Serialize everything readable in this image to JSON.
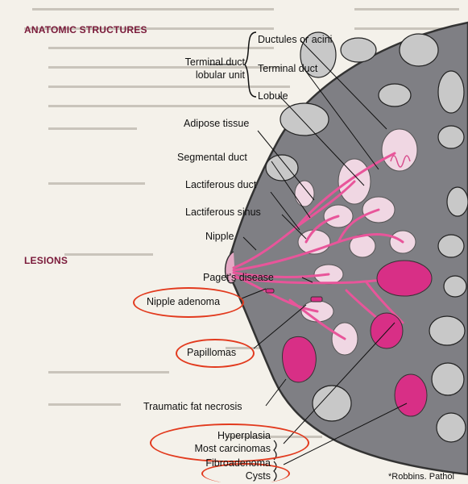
{
  "headings": {
    "anatomic": "ANATOMIC STRUCTURES",
    "lesions": "LESIONS"
  },
  "anatomy_labels": {
    "terminal_duct_lobular_unit_1": "Terminal duct",
    "terminal_duct_lobular_unit_2": "lobular unit",
    "ductules": "Ductules or acini",
    "terminal_duct": "Terminal duct",
    "lobule": "Lobule",
    "adipose": "Adipose tissue",
    "segmental": "Segmental duct",
    "lactiferous_duct": "Lactiferous duct",
    "lactiferous_sinus": "Lactiferous sinus",
    "nipple": "Nipple"
  },
  "lesion_labels": {
    "pagets": "Paget's disease",
    "nipple_adenoma": "Nipple adenoma",
    "papillomas": "Papillomas",
    "fat_necrosis": "Traumatic fat necrosis",
    "hyperplasia": "Hyperplasia",
    "carcinomas": "Most carcinomas",
    "fibroadenoma": "Fibroadenoma",
    "cysts": "Cysts"
  },
  "citation": "*Robbins. Pathol",
  "colors": {
    "breast_fill": "#7f7f84",
    "lobule_fill": "#f0d7e3",
    "duct": "#e8559a",
    "lesion_fill": "#d82f86",
    "circle": "#e23a1e"
  }
}
